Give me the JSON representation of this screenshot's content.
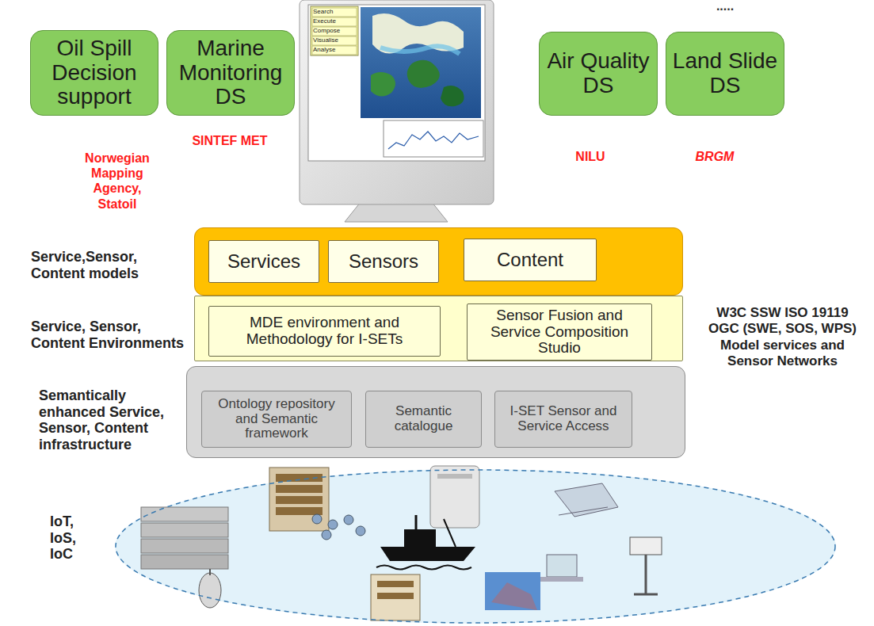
{
  "diagram": {
    "nodes": [
      {
        "text": [
          "Oil Spill Decision support"
        ]
      },
      {
        "text": [
          "Marine Monitoring DS"
        ]
      },
      {
        "text": [
          "Air Quality DS"
        ]
      },
      {
        "text": [
          "Land Slide DS"
        ]
      },
      {
        "text": [
          "Service,Sensor, Content models"
        ]
      },
      {
        "text": [
          "Services"
        ],
        "in": 4
      },
      {
        "text": [
          "Sensors"
        ],
        "in": 4
      },
      {
        "text": [
          "Content"
        ],
        "in": 4
      },
      {
        "text": [
          "Service, Sensor, Content Environments"
        ]
      },
      {
        "text": [
          "MDE environment and Methodology for I-SETs"
        ],
        "in": 8
      },
      {
        "text": [
          "Sensor Fusion and Service Composition Studio"
        ],
        "in": 8
      },
      {
        "text": [
          "Semantically enhanced Service, Sensor, Content infrastructure"
        ]
      },
      {
        "text": [
          "Ontology repository and Semantic framework"
        ],
        "in": 11
      },
      {
        "text": [
          "Semantic catalogue"
        ],
        "in": 11
      },
      {
        "text": [
          "I-SET Sensor and Service Access"
        ],
        "in": 11
      },
      {
        "text": [
          "IoT, IoS, IoC"
        ]
      }
    ],
    "labels": [
      ".....",
      "Search",
      "Execute",
      "Compose",
      "Visualise",
      "Analyse",
      "Norwegian Mapping Agency, Statoil",
      "SINTEF MET",
      "NILU",
      "BRGM",
      "W3C SSW ISO 19119 OGC (SWE, SOS, WPS) Model services and Sensor Networks"
    ]
  }
}
